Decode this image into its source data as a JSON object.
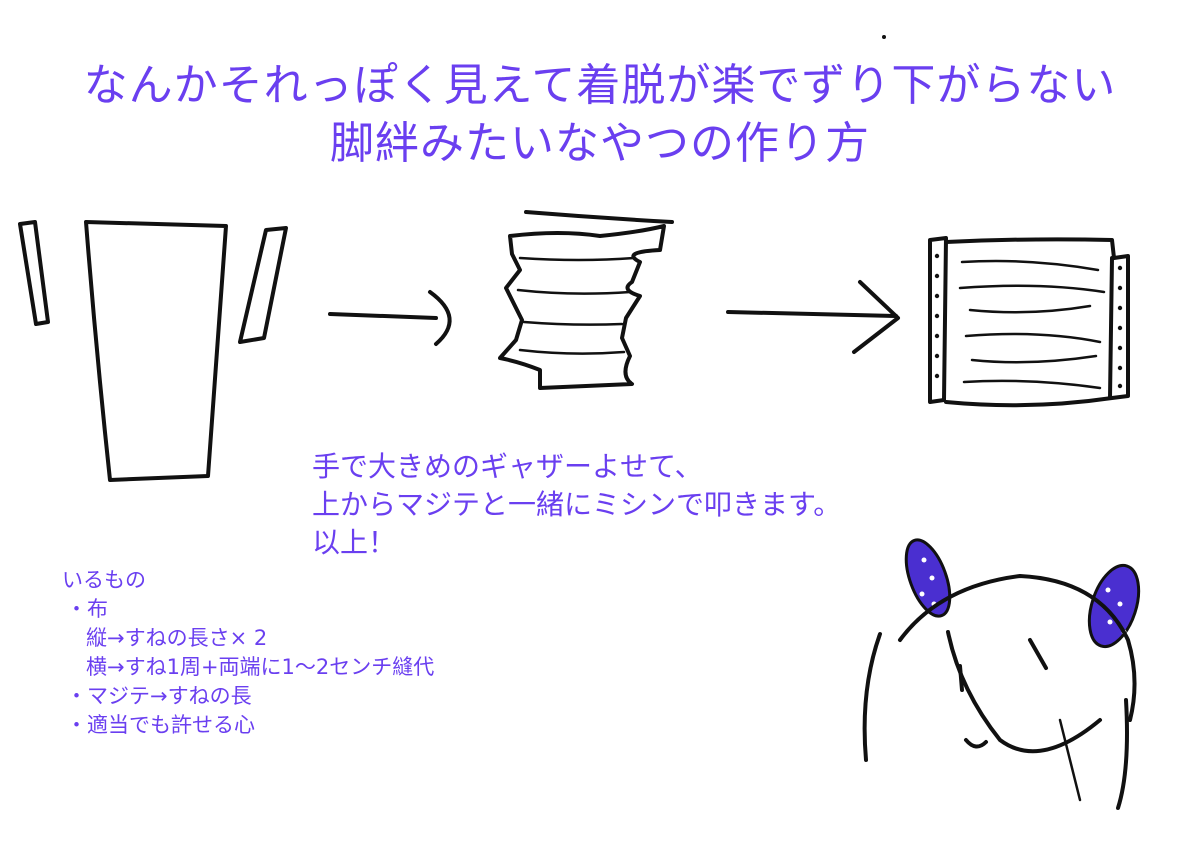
{
  "title": {
    "line1": "なんかそれっぽく見えて着脱が楽でずり下がらない",
    "line2": "脚絆みたいなやつの作り方"
  },
  "steps": {
    "line1": "手で大きめのギャザーよせて、",
    "line2": "上からマジテと一緒にミシンで叩きます。",
    "line3": "以上！"
  },
  "needs": {
    "heading": "いるもの",
    "item1": "・布",
    "item1_sub1": "縦→すねの長さ× 2",
    "item1_sub2": "横→すね1周+両端に1〜2センチ縫代",
    "item2": "・マジテ→すねの長",
    "item3": "・適当でも許せる心"
  },
  "colors": {
    "text": "#6a3ff0",
    "ink": "#111111",
    "hair_ornament": "#4a2fd0"
  }
}
